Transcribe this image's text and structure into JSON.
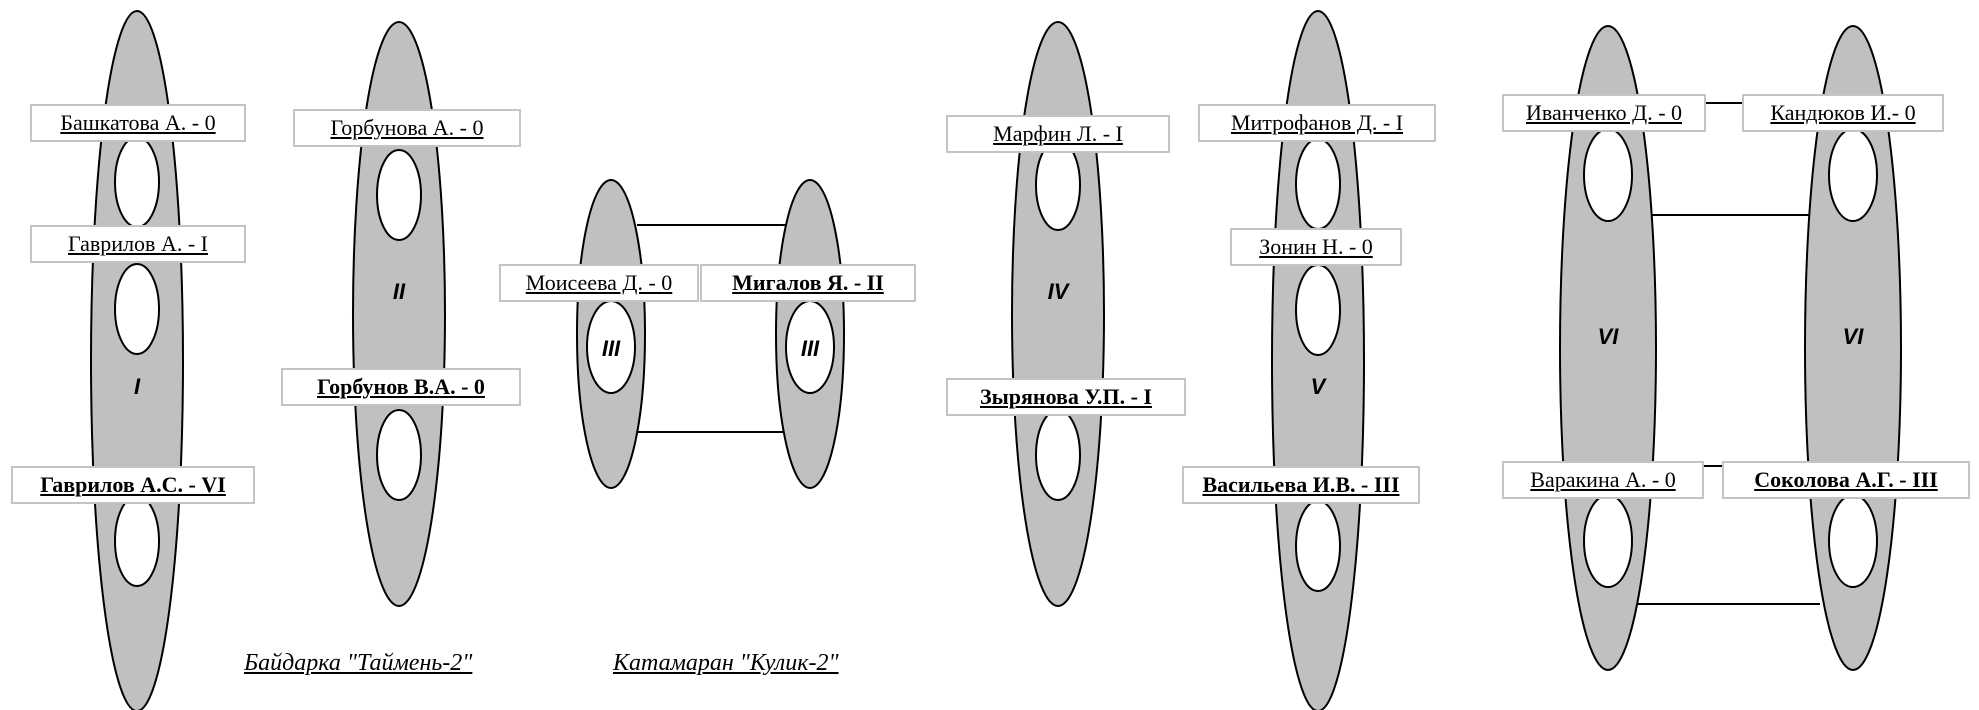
{
  "boats": [
    {
      "id": "b1",
      "number": "I"
    },
    {
      "id": "b2",
      "number": "II"
    },
    {
      "id": "b3l",
      "number": "III"
    },
    {
      "id": "b3r",
      "number": "III"
    },
    {
      "id": "b4",
      "number": "IV"
    },
    {
      "id": "b5",
      "number": "V"
    },
    {
      "id": "b6l",
      "number": "VI"
    },
    {
      "id": "b6r",
      "number": "VI"
    }
  ],
  "labels": [
    {
      "text": "Башкатова А. - 0",
      "bold": false
    },
    {
      "text": "Гаврилов А. - I",
      "bold": false
    },
    {
      "text": "Гаврилов А.С. - VI",
      "bold": true
    },
    {
      "text": "Горбунова А. - 0",
      "bold": false
    },
    {
      "text": "Горбунов В.А. - 0",
      "bold": true
    },
    {
      "text": "Моисеева Д. - 0",
      "bold": false
    },
    {
      "text": "Мигалов Я. - II",
      "bold": true
    },
    {
      "text": "Марфин Л. - I",
      "bold": false
    },
    {
      "text": "Зырянова У.П. - I",
      "bold": true
    },
    {
      "text": "Митрофанов Д. - I",
      "bold": false
    },
    {
      "text": "Зонин Н. - 0",
      "bold": false
    },
    {
      "text": "Васильева И.В. - III",
      "bold": true
    },
    {
      "text": "Иванченко Д. - 0",
      "bold": false
    },
    {
      "text": "Кандюков И.- 0",
      "bold": false
    },
    {
      "text": "Варакина А. - 0",
      "bold": false
    },
    {
      "text": "Соколова А.Г. - III",
      "bold": true
    }
  ],
  "captions": [
    {
      "text": "Байдарка \"Таймень-2\""
    },
    {
      "text": "Катамаран \"Кулик-2\""
    }
  ]
}
